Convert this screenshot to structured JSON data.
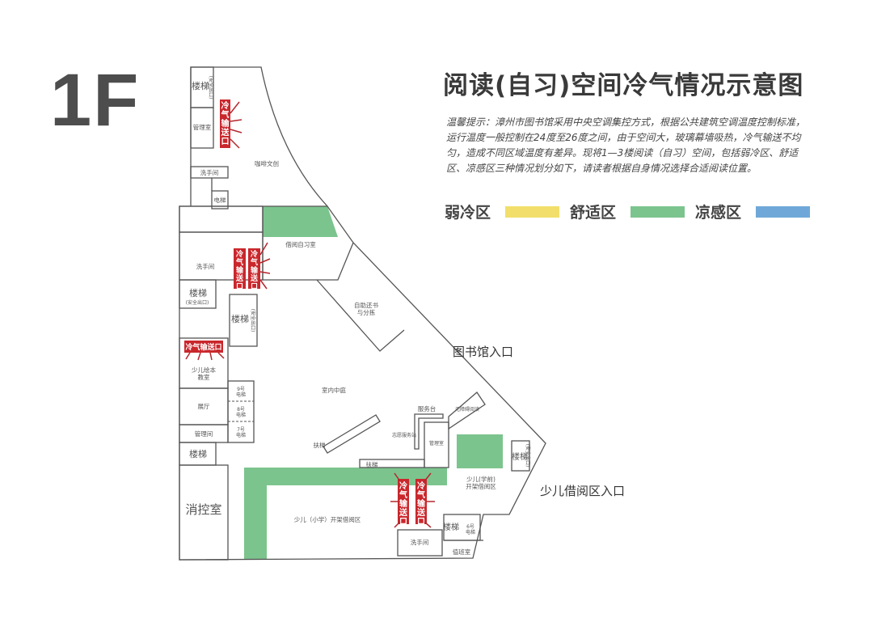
{
  "floor_label": "1F",
  "title": "阅读(自习)空间冷气情况示意图",
  "note": "温馨提示：漳州市图书馆采用中央空调集控方式，根据公共建筑空调温度控制标准，运行温度一般控制在24度至26度之间，由于空间大，玻璃幕墙吸热，冷气输送不均匀，造成不同区域温度有差异。现将1—3楼阅读（自习）空间，包括弱冷区、舒适区、凉感区三种情况划分如下，请读者根据自身情况选择合适阅读位置。",
  "legend": [
    {
      "label": "弱冷区",
      "color": "#f2df6b"
    },
    {
      "label": "舒适区",
      "color": "#7cc48e"
    },
    {
      "label": "凉感区",
      "color": "#6fa8d8"
    }
  ],
  "zone_colors": {
    "comfort": "#7cc48e",
    "vent": "#c9272c"
  },
  "vent_label": "冷气输送口",
  "entrances": {
    "library": "图书馆入口",
    "children": "少儿借阅区入口"
  },
  "rooms": {
    "stairs": "楼梯",
    "emergency_exit": "(安全出口)",
    "management_room": "管理室",
    "cafe": "咖啡文创",
    "restroom": "洗手间",
    "elevator": "电梯",
    "reading_study_room": "借阅自习室",
    "self_service": "自助还书\n与分拣",
    "kids_picture_book": "少儿绘本\n教室",
    "elevator_9": "9号\n电梯",
    "elevator_8": "8号\n电梯",
    "elevator_7": "7号\n电梯",
    "exhibition_hall": "展厅",
    "management_office": "管理间",
    "fire_control": "消控室",
    "atrium": "室内中庭",
    "escalator": "扶梯",
    "service_desk": "服务台",
    "volunteer_station": "志愿服务站",
    "barrier_free": "无障碍阅读",
    "kids_preschool": "少儿(学前)\n开架借阅区",
    "kids_primary": "少儿（小学）开架借阅区",
    "elevator_6": "6号\n电梯",
    "duty_room": "值班室"
  }
}
